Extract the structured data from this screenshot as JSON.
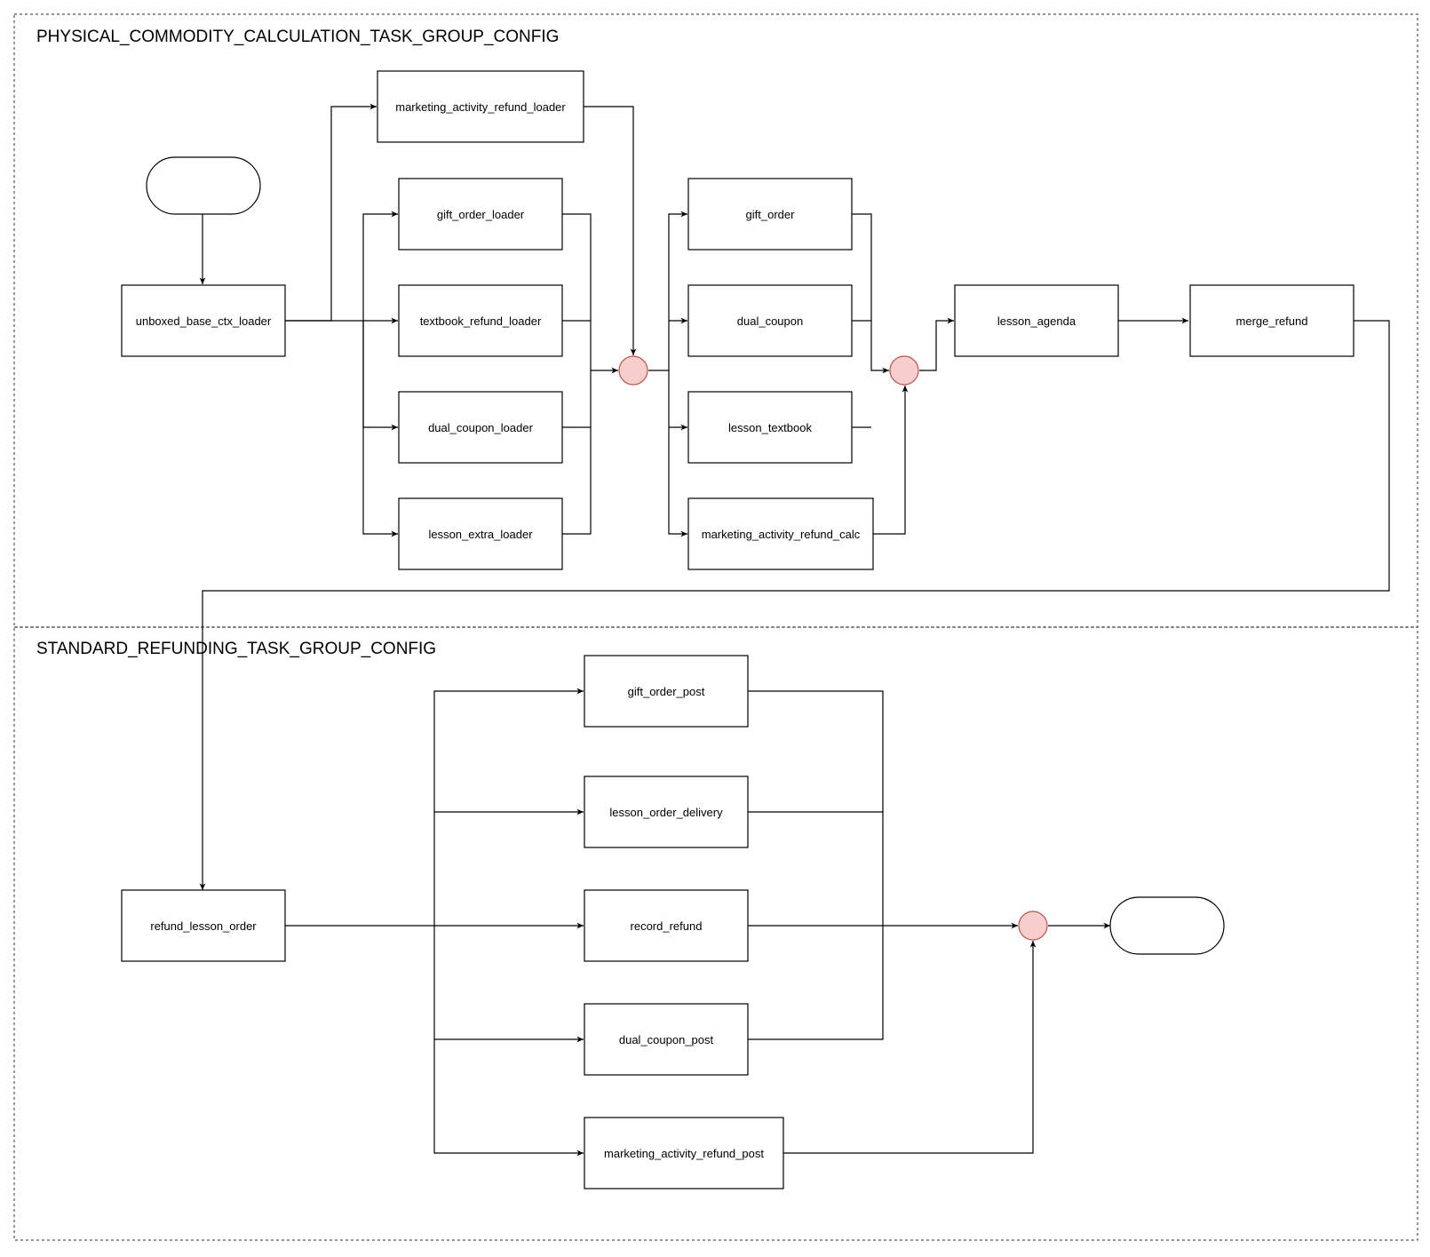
{
  "groups": [
    {
      "id": "g1",
      "label": "PHYSICAL_COMMODITY_CALCULATION_TASK_GROUP_CONFIG"
    },
    {
      "id": "g2",
      "label": "STANDARD_REFUNDING_TASK_GROUP_CONFIG"
    }
  ],
  "nodes": [
    {
      "id": "unboxed_base_ctx_loader",
      "label": "unboxed_base_ctx_loader"
    },
    {
      "id": "marketing_activity_refund_loader",
      "label": "marketing_activity_refund_loader"
    },
    {
      "id": "gift_order_loader",
      "label": "gift_order_loader"
    },
    {
      "id": "textbook_refund_loader",
      "label": "textbook_refund_loader"
    },
    {
      "id": "dual_coupon_loader",
      "label": "dual_coupon_loader"
    },
    {
      "id": "lesson_extra_loader",
      "label": "lesson_extra_loader"
    },
    {
      "id": "gift_order",
      "label": "gift_order"
    },
    {
      "id": "dual_coupon",
      "label": "dual_coupon"
    },
    {
      "id": "lesson_textbook",
      "label": "lesson_textbook"
    },
    {
      "id": "marketing_activity_refund_calc",
      "label": "marketing_activity_refund_calc"
    },
    {
      "id": "lesson_agenda",
      "label": "lesson_agenda"
    },
    {
      "id": "merge_refund",
      "label": "merge_refund"
    },
    {
      "id": "refund_lesson_order",
      "label": "refund_lesson_order"
    },
    {
      "id": "gift_order_post",
      "label": "gift_order_post"
    },
    {
      "id": "lesson_order_delivery",
      "label": "lesson_order_delivery"
    },
    {
      "id": "record_refund",
      "label": "record_refund"
    },
    {
      "id": "dual_coupon_post",
      "label": "dual_coupon_post"
    },
    {
      "id": "marketing_activity_refund_post",
      "label": "marketing_activity_refund_post"
    }
  ],
  "colors": {
    "junction_fill": "#f8cecc",
    "junction_stroke": "#b85450",
    "line": "#000000",
    "group_border": "#555555"
  }
}
